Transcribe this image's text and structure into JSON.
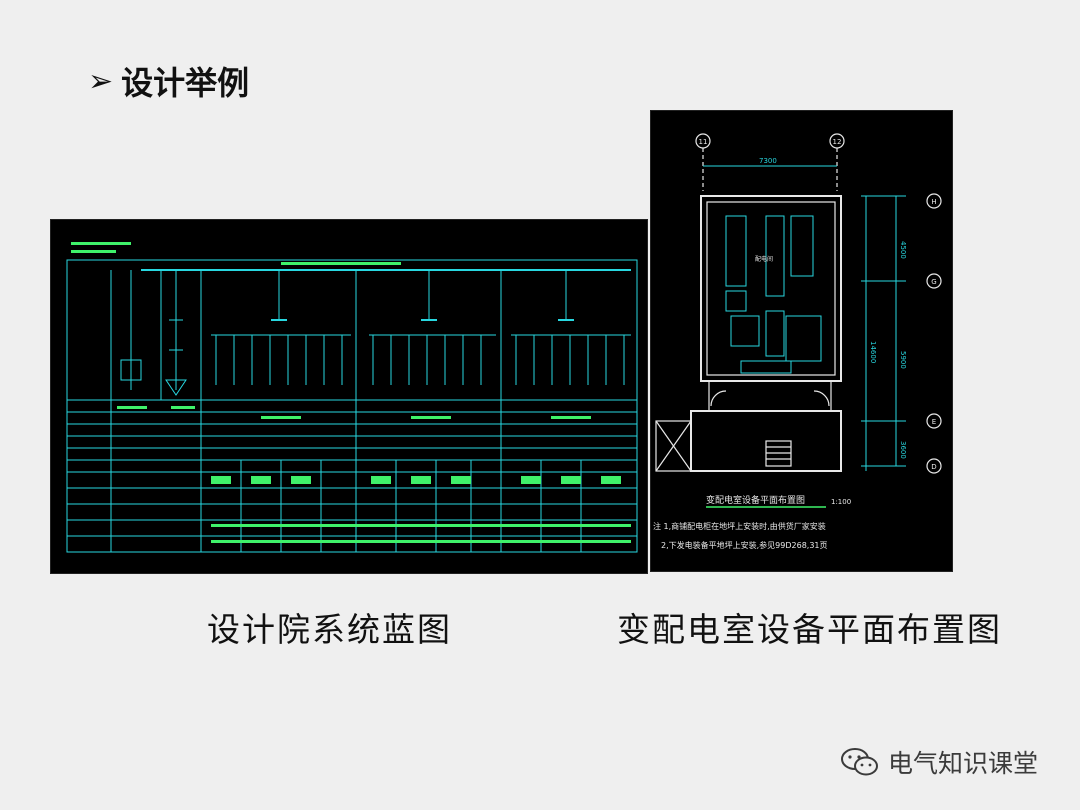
{
  "slide": {
    "title": "设计举例",
    "bullet_icon": "arrow-right-icon"
  },
  "figures": {
    "left_caption": "设计院系统蓝图",
    "right_caption": "变配电室设备平面布置图"
  },
  "floorplan": {
    "title": "变配电室设备平面布置图",
    "scale": "1:100",
    "note1": "注 1,商铺配电柜在地坪上安装时,由供货厂家安装",
    "note2": "2,下发电装备平地坪上安装,参见99D268,31页",
    "dimensions": [
      "7300",
      "4500",
      "14600",
      "5900",
      "3600"
    ],
    "room_label": "配电间",
    "grid_labels": [
      "11",
      "12",
      "H",
      "G",
      "E",
      "D"
    ]
  },
  "watermark": {
    "text": "电气知识课堂",
    "icon": "wechat-icon"
  },
  "colors": {
    "background": "#efefef",
    "cad_background": "#000000",
    "cad_cyan": "#28d7e0",
    "cad_green": "#3ff26a",
    "cad_white": "#e8e8e8"
  }
}
